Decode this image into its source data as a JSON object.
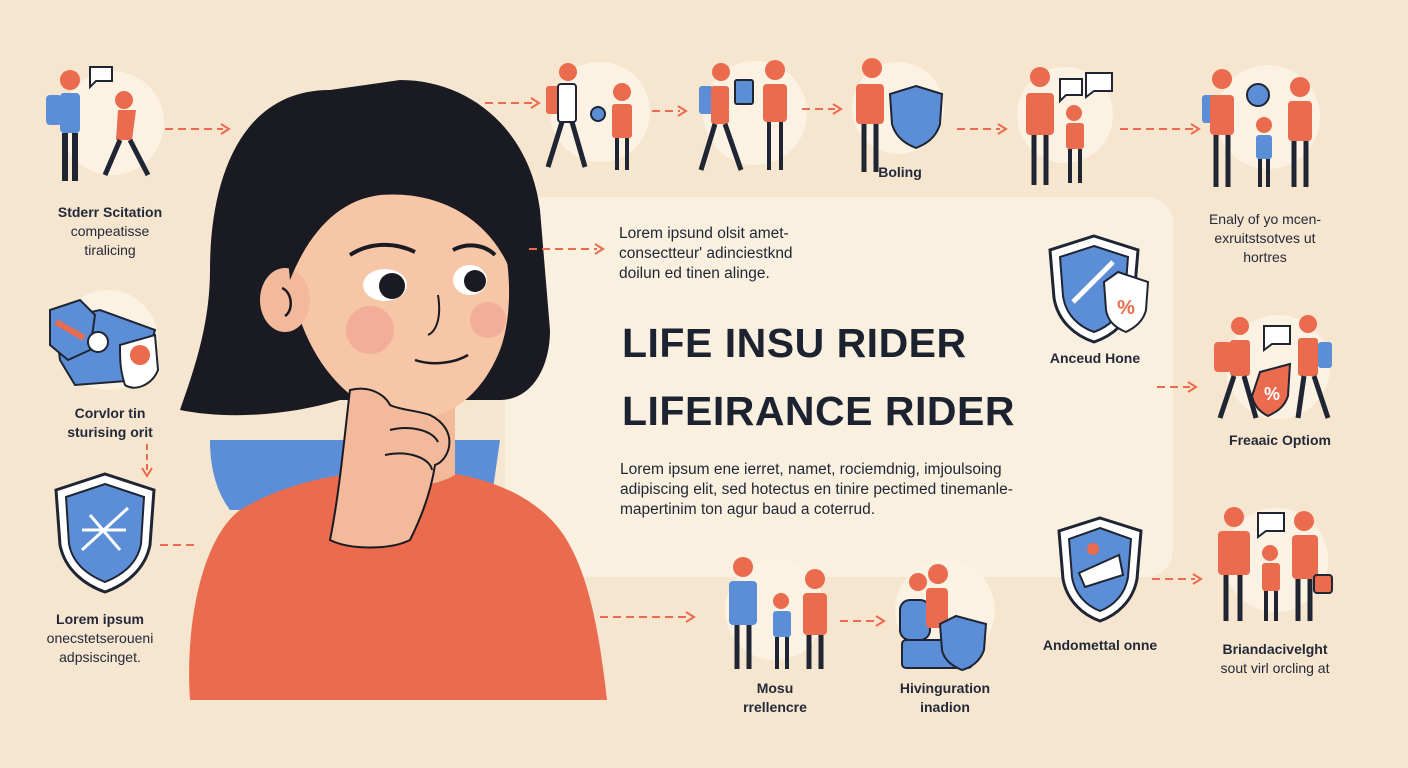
{
  "colors": {
    "background": "#f6e6cf",
    "panel": "#f9f0e0",
    "orange": "#ea6b4d",
    "blue": "#5b8ed6",
    "navy": "#1f2533"
  },
  "titles": {
    "line1": "LIFE INSU  RIDER",
    "line2": "LIFEIRANCE RIDER"
  },
  "intro": [
    "Lorem ipsund olsit amet-",
    "consectteur' adinciestknd",
    "doilun ed tinen alinge."
  ],
  "body": [
    "Lorem ipsum ene ierret, namet, rociemdnig, imjoulsoing",
    "adipiscing elit, sed hotectus en tinire pectimed tinemanle-",
    "mapertinim ton agur baud a coterrud."
  ],
  "left": {
    "step1": [
      "Stderr Scitation",
      "compeatisse",
      "tiralicing"
    ],
    "step2": [
      "Corvlor tin",
      "sturising orit"
    ],
    "step3": [
      "Lorem ipsum",
      "onecstetseroueni",
      "adpsiscinget."
    ]
  },
  "top": {
    "boling": "Boling",
    "right": [
      "Enaly of yo mcen-",
      "exruitstsotves ut",
      "hortres"
    ]
  },
  "mid": {
    "shield": "Anceud Hone",
    "option": "Freaaic Optiom"
  },
  "bottom": {
    "mosu": [
      "Mosu",
      "rrellencre"
    ],
    "hiv": [
      "Hivinguration",
      "inadion"
    ],
    "ando": "Andomettal onne",
    "brand": [
      "Briandacivelght",
      "sout virl orcling at"
    ]
  },
  "icons": [
    "person-icon",
    "speech-bubble-icon",
    "shield-icon",
    "percent-icon",
    "backpack-icon",
    "arrow-icon"
  ]
}
